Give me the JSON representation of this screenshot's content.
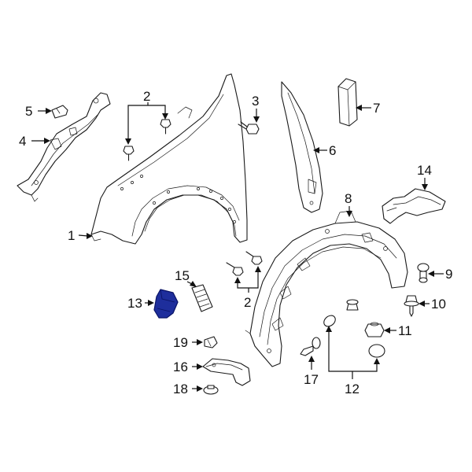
{
  "colors": {
    "background": "#ffffff",
    "line": "#1a1a1a",
    "highlight_fill": "#1e2e9c",
    "highlight_stroke": "#0a1466"
  },
  "callouts": {
    "c1": "1",
    "c2_top": "2",
    "c2_bottom": "2",
    "c3": "3",
    "c4": "4",
    "c5": "5",
    "c6": "6",
    "c7": "7",
    "c8": "8",
    "c9": "9",
    "c10": "10",
    "c11": "11",
    "c12": "12",
    "c13": "13",
    "c14": "14",
    "c15": "15",
    "c16": "16",
    "c17": "17",
    "c18": "18",
    "c19": "19"
  },
  "highlighted_part": "13"
}
